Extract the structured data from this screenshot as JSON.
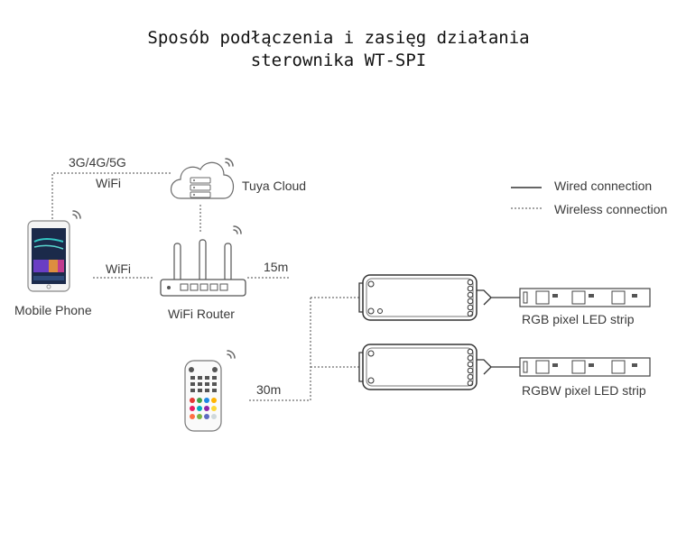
{
  "title": {
    "line1": "Sposób podłączenia i zasięg działania",
    "line2": "sterownika WT-SPI"
  },
  "labels": {
    "mobile_network": "3G/4G/5G",
    "wifi_top": "WiFi",
    "wifi_mid": "WiFi",
    "tuya_cloud": "Tuya Cloud",
    "mobile_phone": "Mobile Phone",
    "wifi_router": "WiFi Router",
    "range_router": "15m",
    "range_remote": "30m",
    "rgb_strip": "RGB pixel LED strip",
    "rgbw_strip": "RGBW pixel LED strip"
  },
  "legend": {
    "wired": "Wired connection",
    "wireless": "Wireless connection"
  },
  "colors": {
    "line": "#4a4a4a",
    "screen_top": "#1b2a4a",
    "accent": "#33c6c4"
  },
  "icons": [
    "phone-icon",
    "cloud-icon",
    "router-icon",
    "remote-icon",
    "controller-icon",
    "led-strip-icon",
    "wifi-signal-icon"
  ]
}
